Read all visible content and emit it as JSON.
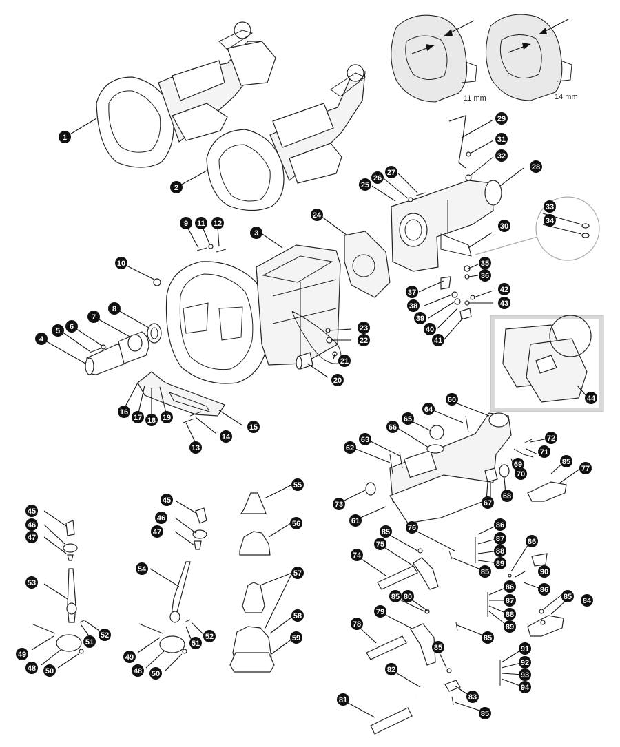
{
  "captions": {
    "bellhousing_a": "11 mm",
    "bellhousing_b": "14 mm"
  },
  "callouts": [
    {
      "id": "1",
      "label": "1"
    },
    {
      "id": "2",
      "label": "2"
    },
    {
      "id": "3",
      "label": "3"
    },
    {
      "id": "4",
      "label": "4"
    },
    {
      "id": "5",
      "label": "5"
    },
    {
      "id": "6",
      "label": "6"
    },
    {
      "id": "7",
      "label": "7"
    },
    {
      "id": "8",
      "label": "8"
    },
    {
      "id": "9",
      "label": "9"
    },
    {
      "id": "10",
      "label": "10"
    },
    {
      "id": "11",
      "label": "11"
    },
    {
      "id": "12",
      "label": "12"
    },
    {
      "id": "13",
      "label": "13"
    },
    {
      "id": "14",
      "label": "14"
    },
    {
      "id": "15",
      "label": "15"
    },
    {
      "id": "16",
      "label": "16"
    },
    {
      "id": "17",
      "label": "17"
    },
    {
      "id": "18",
      "label": "18"
    },
    {
      "id": "19",
      "label": "19"
    },
    {
      "id": "20",
      "label": "20"
    },
    {
      "id": "21",
      "label": "21"
    },
    {
      "id": "22",
      "label": "22"
    },
    {
      "id": "23",
      "label": "23"
    },
    {
      "id": "24",
      "label": "24"
    },
    {
      "id": "25",
      "label": "25"
    },
    {
      "id": "26",
      "label": "26"
    },
    {
      "id": "27",
      "label": "27"
    },
    {
      "id": "28",
      "label": "28"
    },
    {
      "id": "29",
      "label": "29"
    },
    {
      "id": "30",
      "label": "30"
    },
    {
      "id": "31",
      "label": "31"
    },
    {
      "id": "32",
      "label": "32"
    },
    {
      "id": "33",
      "label": "33"
    },
    {
      "id": "34",
      "label": "34"
    },
    {
      "id": "35",
      "label": "35"
    },
    {
      "id": "36",
      "label": "36"
    },
    {
      "id": "37",
      "label": "37"
    },
    {
      "id": "38",
      "label": "38"
    },
    {
      "id": "39",
      "label": "39"
    },
    {
      "id": "40",
      "label": "40"
    },
    {
      "id": "41",
      "label": "41"
    },
    {
      "id": "42",
      "label": "42"
    },
    {
      "id": "43",
      "label": "43"
    },
    {
      "id": "44",
      "label": "44"
    },
    {
      "id": "45a",
      "label": "45"
    },
    {
      "id": "46a",
      "label": "46"
    },
    {
      "id": "47a",
      "label": "47"
    },
    {
      "id": "53",
      "label": "53"
    },
    {
      "id": "49a",
      "label": "49"
    },
    {
      "id": "48a",
      "label": "48"
    },
    {
      "id": "50a",
      "label": "50"
    },
    {
      "id": "51a",
      "label": "51"
    },
    {
      "id": "52a",
      "label": "52"
    },
    {
      "id": "45b",
      "label": "45"
    },
    {
      "id": "46b",
      "label": "46"
    },
    {
      "id": "47b",
      "label": "47"
    },
    {
      "id": "54",
      "label": "54"
    },
    {
      "id": "49b",
      "label": "49"
    },
    {
      "id": "48b",
      "label": "48"
    },
    {
      "id": "50b",
      "label": "50"
    },
    {
      "id": "51b",
      "label": "51"
    },
    {
      "id": "52b",
      "label": "52"
    },
    {
      "id": "55",
      "label": "55"
    },
    {
      "id": "56",
      "label": "56"
    },
    {
      "id": "57",
      "label": "57"
    },
    {
      "id": "58",
      "label": "58"
    },
    {
      "id": "59",
      "label": "59"
    },
    {
      "id": "60",
      "label": "60"
    },
    {
      "id": "61",
      "label": "61"
    },
    {
      "id": "62",
      "label": "62"
    },
    {
      "id": "63",
      "label": "63"
    },
    {
      "id": "64",
      "label": "64"
    },
    {
      "id": "65",
      "label": "65"
    },
    {
      "id": "66",
      "label": "66"
    },
    {
      "id": "67",
      "label": "67"
    },
    {
      "id": "68",
      "label": "68"
    },
    {
      "id": "69",
      "label": "69"
    },
    {
      "id": "70",
      "label": "70"
    },
    {
      "id": "71",
      "label": "71"
    },
    {
      "id": "72",
      "label": "72"
    },
    {
      "id": "73",
      "label": "73"
    },
    {
      "id": "74",
      "label": "74"
    },
    {
      "id": "75",
      "label": "75"
    },
    {
      "id": "76",
      "label": "76"
    },
    {
      "id": "77",
      "label": "77"
    },
    {
      "id": "78",
      "label": "78"
    },
    {
      "id": "79",
      "label": "79"
    },
    {
      "id": "80",
      "label": "80"
    },
    {
      "id": "81",
      "label": "81"
    },
    {
      "id": "82",
      "label": "82"
    },
    {
      "id": "83",
      "label": "83"
    },
    {
      "id": "84",
      "label": "84"
    },
    {
      "id": "85a",
      "label": "85"
    },
    {
      "id": "85b",
      "label": "85"
    },
    {
      "id": "85c",
      "label": "85"
    },
    {
      "id": "85d",
      "label": "85"
    },
    {
      "id": "85e",
      "label": "85"
    },
    {
      "id": "85f",
      "label": "85"
    },
    {
      "id": "85g",
      "label": "85"
    },
    {
      "id": "85h",
      "label": "85"
    },
    {
      "id": "86a",
      "label": "86"
    },
    {
      "id": "87a",
      "label": "87"
    },
    {
      "id": "88a",
      "label": "88"
    },
    {
      "id": "89a",
      "label": "89"
    },
    {
      "id": "86b",
      "label": "86"
    },
    {
      "id": "90",
      "label": "90"
    },
    {
      "id": "86c",
      "label": "86"
    },
    {
      "id": "86d",
      "label": "86"
    },
    {
      "id": "87b",
      "label": "87"
    },
    {
      "id": "88b",
      "label": "88"
    },
    {
      "id": "89b",
      "label": "89"
    },
    {
      "id": "91",
      "label": "91"
    },
    {
      "id": "92",
      "label": "92"
    },
    {
      "id": "93",
      "label": "93"
    },
    {
      "id": "94",
      "label": "94"
    }
  ]
}
